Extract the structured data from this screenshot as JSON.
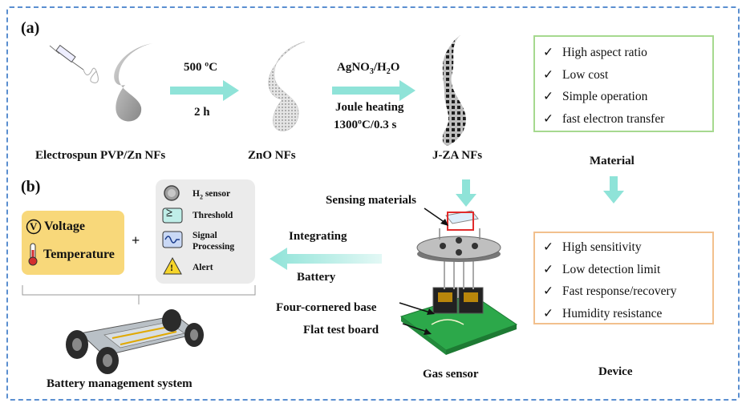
{
  "panel_a": {
    "label": "(a)",
    "step1": {
      "name": "Electrospun PVP/Zn NFs"
    },
    "arrow1": {
      "line1": "500 ºC",
      "line2": "2 h"
    },
    "step2": {
      "name": "ZnO NFs"
    },
    "arrow2": {
      "line1_main": "AgNO",
      "line1_sub1": "3",
      "line1_mid": "/H",
      "line1_sub2": "2",
      "line1_end": "O",
      "line2": "Joule heating",
      "line3": "1300ºC/0.3 s"
    },
    "step3": {
      "name": "J-ZA NFs"
    },
    "material_box": {
      "items": [
        "High aspect ratio",
        "Low cost",
        "Simple operation",
        "fast electron transfer"
      ],
      "caption": "Material"
    }
  },
  "panel_b": {
    "label": "(b)",
    "sensing_materials": "Sensing materials",
    "integrating_arrow": {
      "line1": "Integrating",
      "line2": "Battery"
    },
    "four_cornered_base": "Four-cornered base",
    "flat_test_board": "Flat test board",
    "gas_sensor": "Gas sensor",
    "device_box": {
      "items": [
        "High sensitivity",
        "Low detection limit",
        "Fast response/recovery",
        "Humidity resistance"
      ],
      "caption": "Device"
    },
    "bms_inputs": {
      "voltage_symbol": "V",
      "voltage": "Voltage",
      "temperature": "Temperature",
      "plus": "+"
    },
    "bms_functions": {
      "h2_main": "H",
      "h2_sub": "2",
      "h2_rest": " sensor",
      "threshold_symbol": "≥",
      "threshold": "Threshold",
      "signal_line1": "Signal",
      "signal_line2": "Processing",
      "alert_symbol": "!",
      "alert": "Alert"
    },
    "bms_caption": "Battery management system"
  },
  "colors": {
    "frame": "#5b8fd0",
    "arrow": "#8fe3d8",
    "material_border": "#a6d98f",
    "device_border": "#f2c08d",
    "yellow": "#f8d87a",
    "board": "#2ca84a"
  },
  "icons": [
    "syringe-icon",
    "nanofiber-icon",
    "zno-fiber-icon",
    "jza-fiber-icon",
    "check-icon",
    "voltmeter-icon",
    "thermometer-icon",
    "h2-sensor-icon",
    "threshold-icon",
    "signal-icon",
    "alert-icon",
    "gas-sensor-icon",
    "ev-chassis-icon"
  ]
}
